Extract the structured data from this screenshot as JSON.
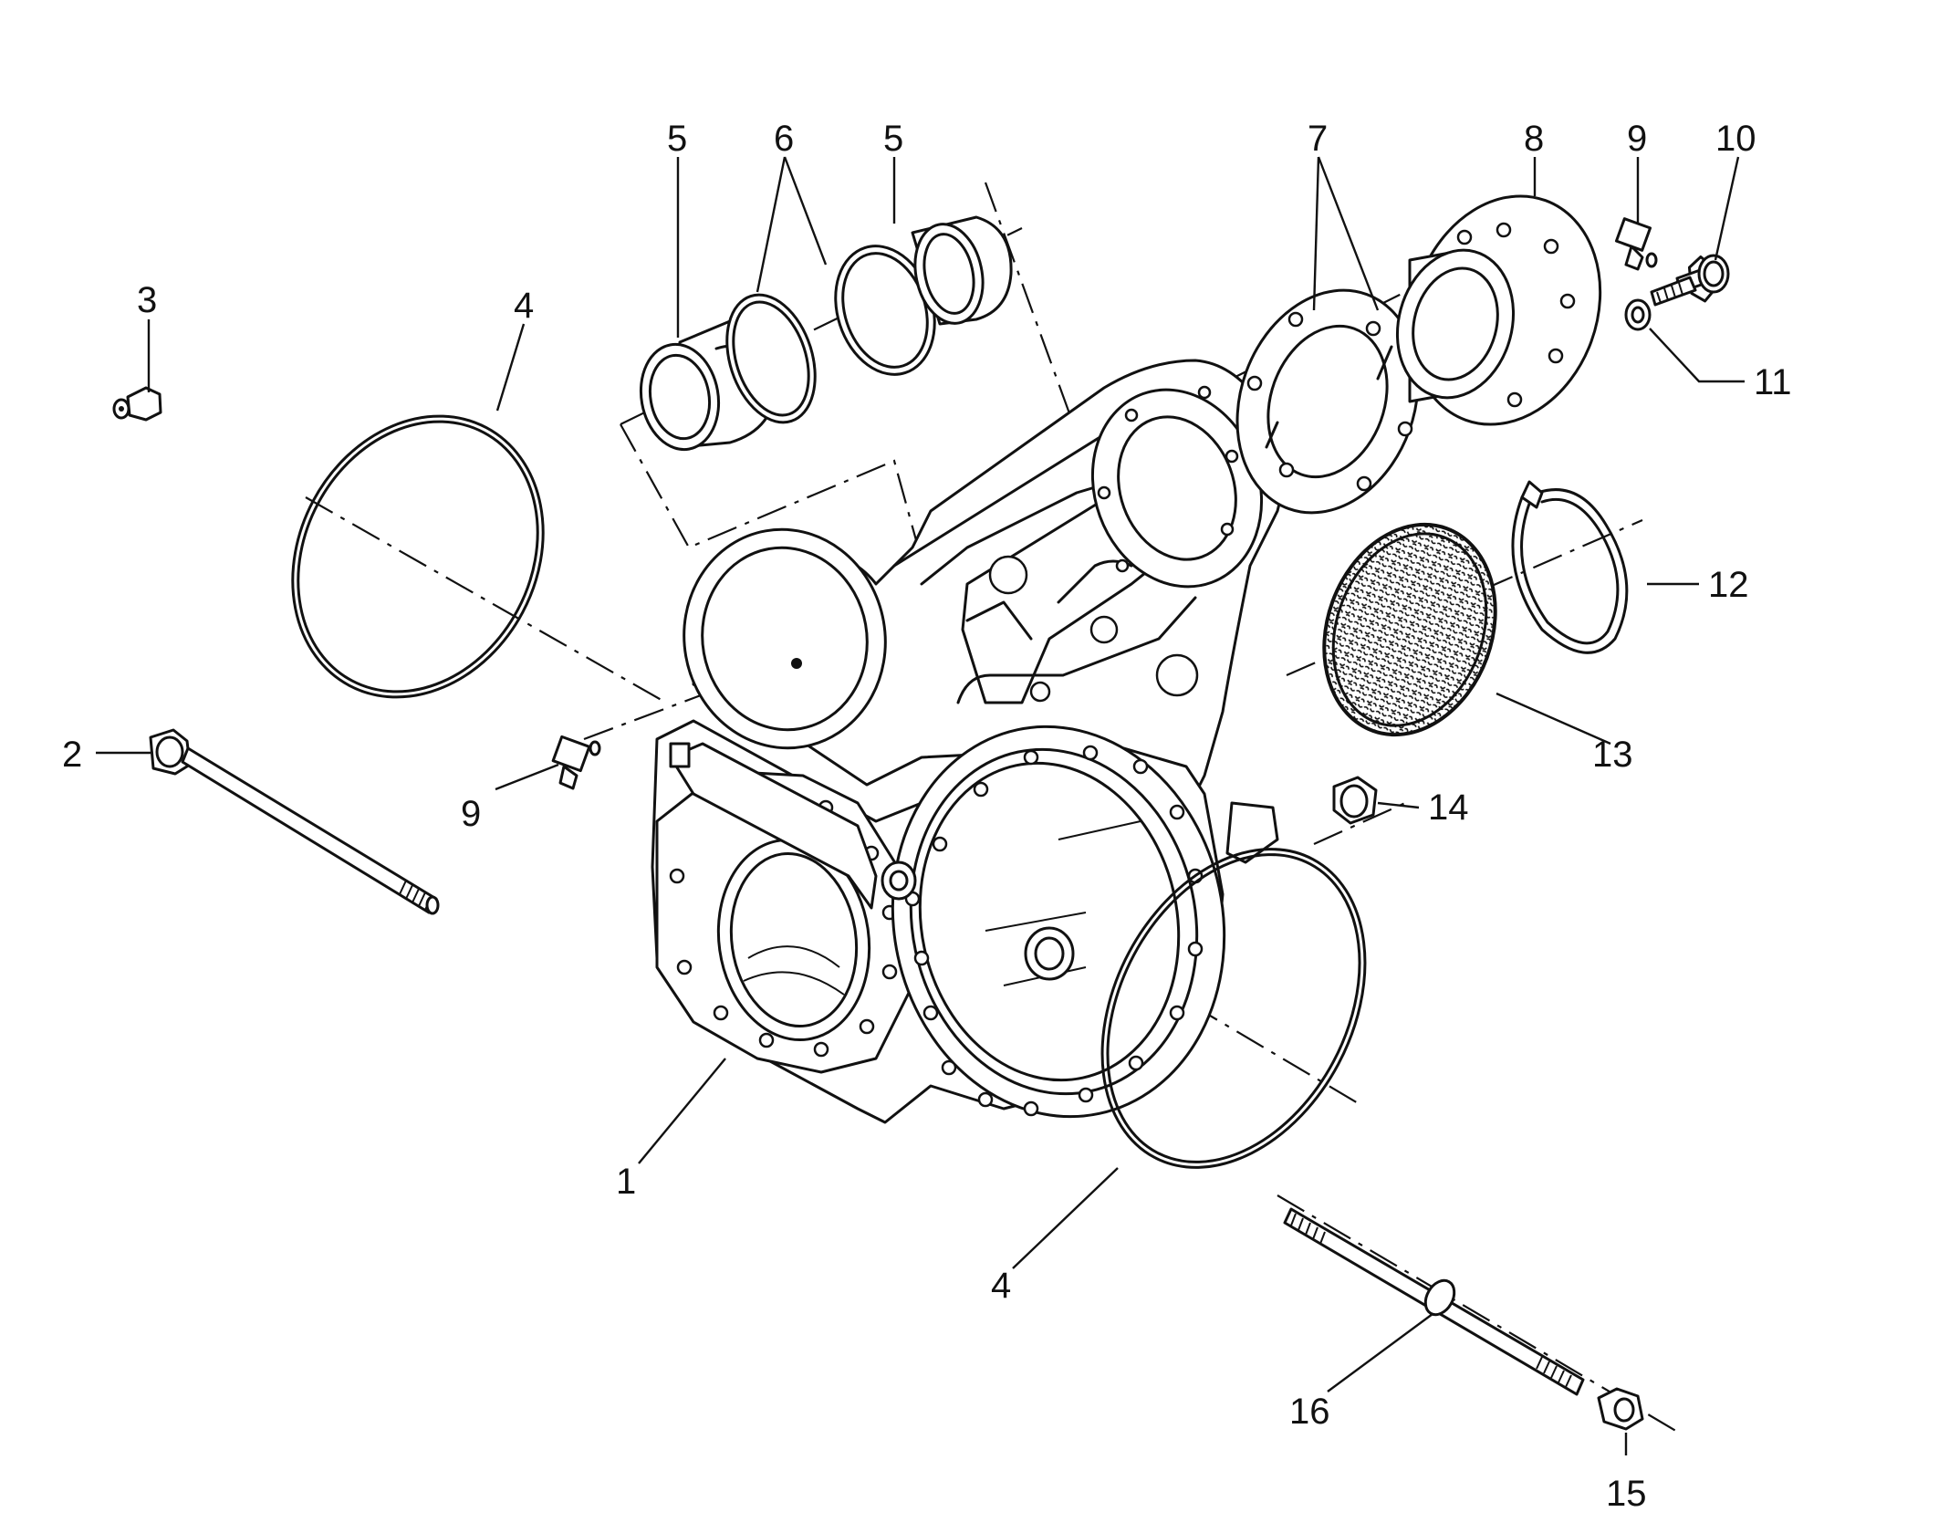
{
  "labels": {
    "l1": "1",
    "l2": "2",
    "l3": "3",
    "l4a": "4",
    "l4b": "4",
    "l5a": "5",
    "l5b": "5",
    "l6": "6",
    "l7": "7",
    "l8": "8",
    "l9a": "9",
    "l9b": "9",
    "l10": "10",
    "l11": "11",
    "l12": "12",
    "l13": "13",
    "l14": "14",
    "l15": "15",
    "l16": "16"
  },
  "colors": {
    "line": "#111111",
    "background": "#ffffff"
  }
}
